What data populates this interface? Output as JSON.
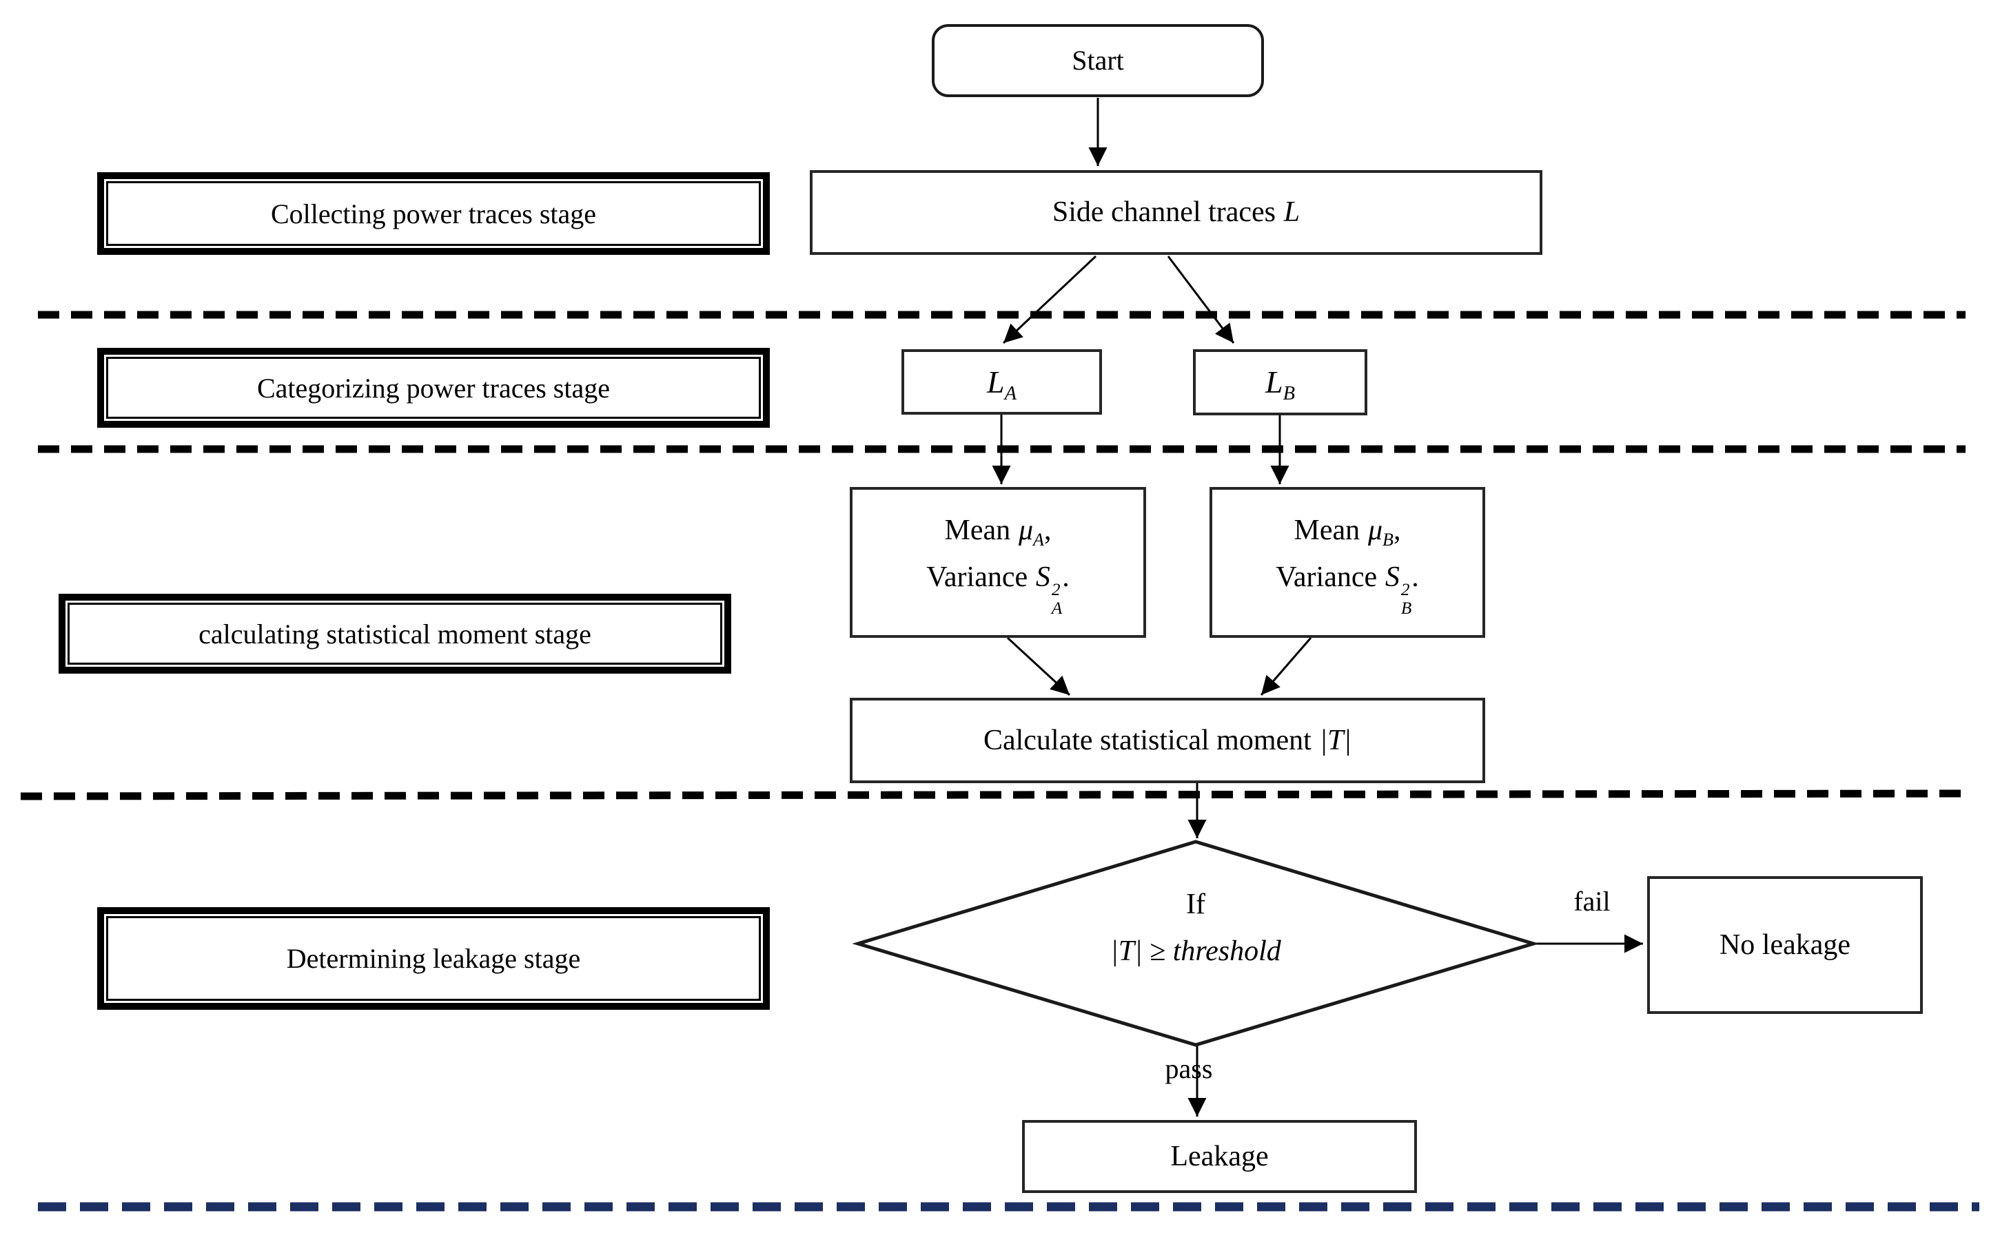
{
  "stage_labels": [
    "Collecting power traces stage",
    "Categorizing power traces stage",
    "calculating statistical moment stage",
    "Determining leakage stage"
  ],
  "nodes": {
    "start": "Start",
    "side_traces": {
      "text": "Side channel traces",
      "var": "L"
    },
    "l_a": {
      "base": "L",
      "sub": "A"
    },
    "l_b": {
      "base": "L",
      "sub": "B"
    },
    "mean_a": {
      "mean_word": "Mean",
      "mean_sym": "μ",
      "mean_sub": "A",
      "mean_punct": ",",
      "var_word": "Variance",
      "var_sym": "S",
      "var_sup": "2",
      "var_sub": "A",
      "var_punct": "."
    },
    "mean_b": {
      "mean_word": "Mean",
      "mean_sym": "μ",
      "mean_sub": "B",
      "mean_punct": ",",
      "var_word": "Variance",
      "var_sym": "S",
      "var_sup": "2",
      "var_sub": "B",
      "var_punct": "."
    },
    "calc_moment": {
      "text": "Calculate statistical moment",
      "var": "|T|"
    },
    "decision": {
      "line1": "If",
      "line2": "|T| ≥ threshold"
    },
    "no_leakage": "No leakage",
    "leakage": "Leakage"
  },
  "edge_labels": {
    "fail": "fail",
    "pass": "pass"
  },
  "colors": {
    "line_black": "#000000",
    "node_border": "#262626",
    "divider_black": "#000000",
    "divider_blue": "#1b2f63"
  }
}
